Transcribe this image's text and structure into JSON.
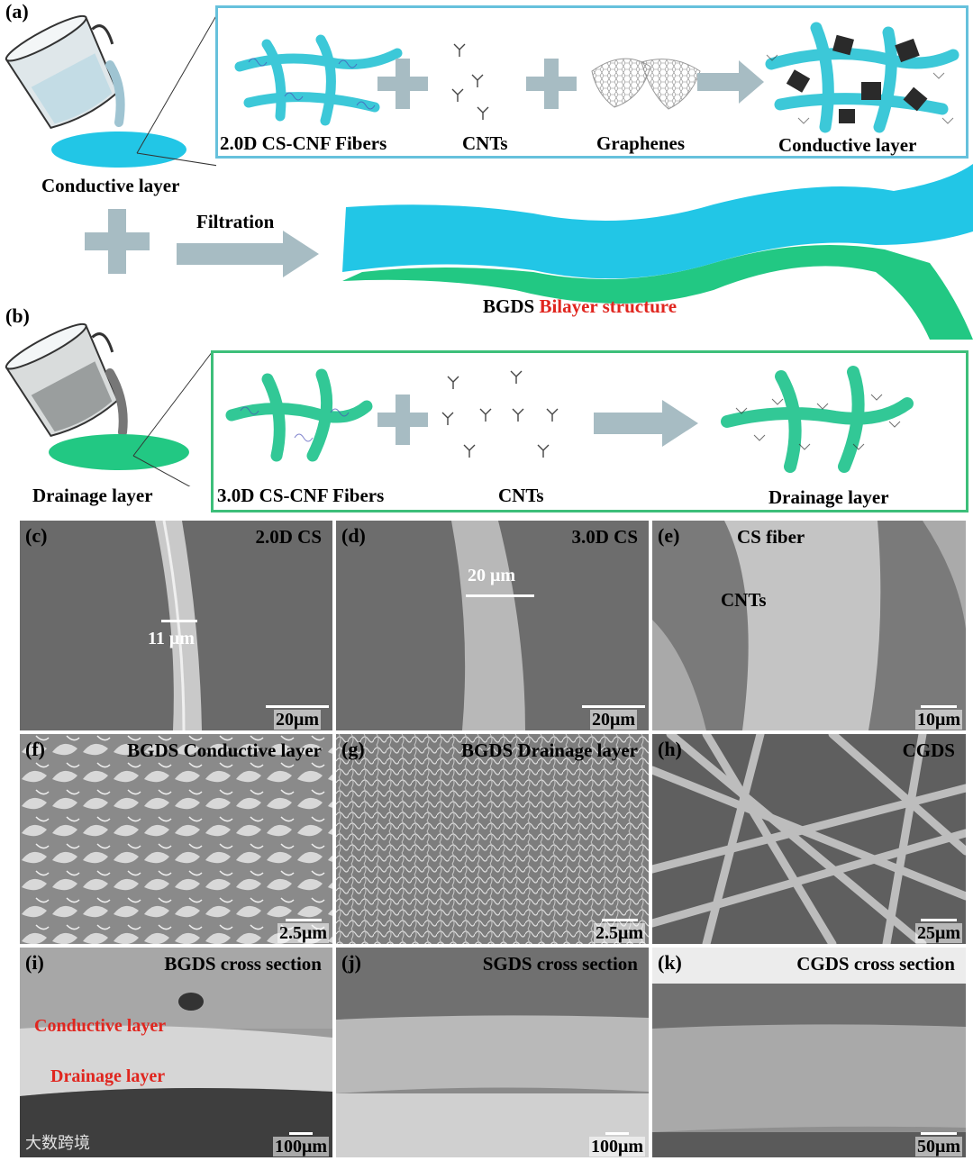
{
  "panels": {
    "a": {
      "letter": "(a)",
      "pour_label": "Conductive layer",
      "items": [
        "2.0D CS-CNF Fibers",
        "CNTs",
        "Graphenes",
        "Conductive layer"
      ],
      "filtration_label": "Filtration",
      "product_label": "BGDS",
      "product_highlight": "Bilayer structure"
    },
    "b": {
      "letter": "(b)",
      "pour_label": "Drainage layer",
      "items": [
        "3.0D CS-CNF Fibers",
        "CNTs",
        "Drainage layer"
      ]
    },
    "sem": [
      {
        "letter": "(c)",
        "title": "2.0D CS",
        "scale": "20μm",
        "annotation": "11 μm"
      },
      {
        "letter": "(d)",
        "title": "3.0D CS",
        "scale": "20μm",
        "annotation": "20 μm"
      },
      {
        "letter": "(e)",
        "title": "CS fiber",
        "scale": "10μm",
        "annotation": "CNTs"
      },
      {
        "letter": "(f)",
        "title": "BGDS Conductive layer",
        "scale": "2.5μm"
      },
      {
        "letter": "(g)",
        "title": "BGDS Drainage layer",
        "scale": "2.5μm"
      },
      {
        "letter": "(h)",
        "title": "CGDS",
        "scale": "25μm"
      },
      {
        "letter": "(i)",
        "title": "BGDS cross section",
        "scale": "100μm",
        "label_top": "Conductive layer",
        "label_bottom": "Drainage layer"
      },
      {
        "letter": "(j)",
        "title": "SGDS cross section",
        "scale": "100μm"
      },
      {
        "letter": "(k)",
        "title": "CGDS cross section",
        "scale": "50μm"
      }
    ]
  },
  "watermark": "大数跨境",
  "colors": {
    "blue_box": "#66c1dc",
    "green_box": "#3dbf7a",
    "cyan_fiber": "#3cc8d8",
    "green_fiber": "#32c896",
    "arrow_gray": "#a7bcc3",
    "red_text": "#e0261f"
  }
}
